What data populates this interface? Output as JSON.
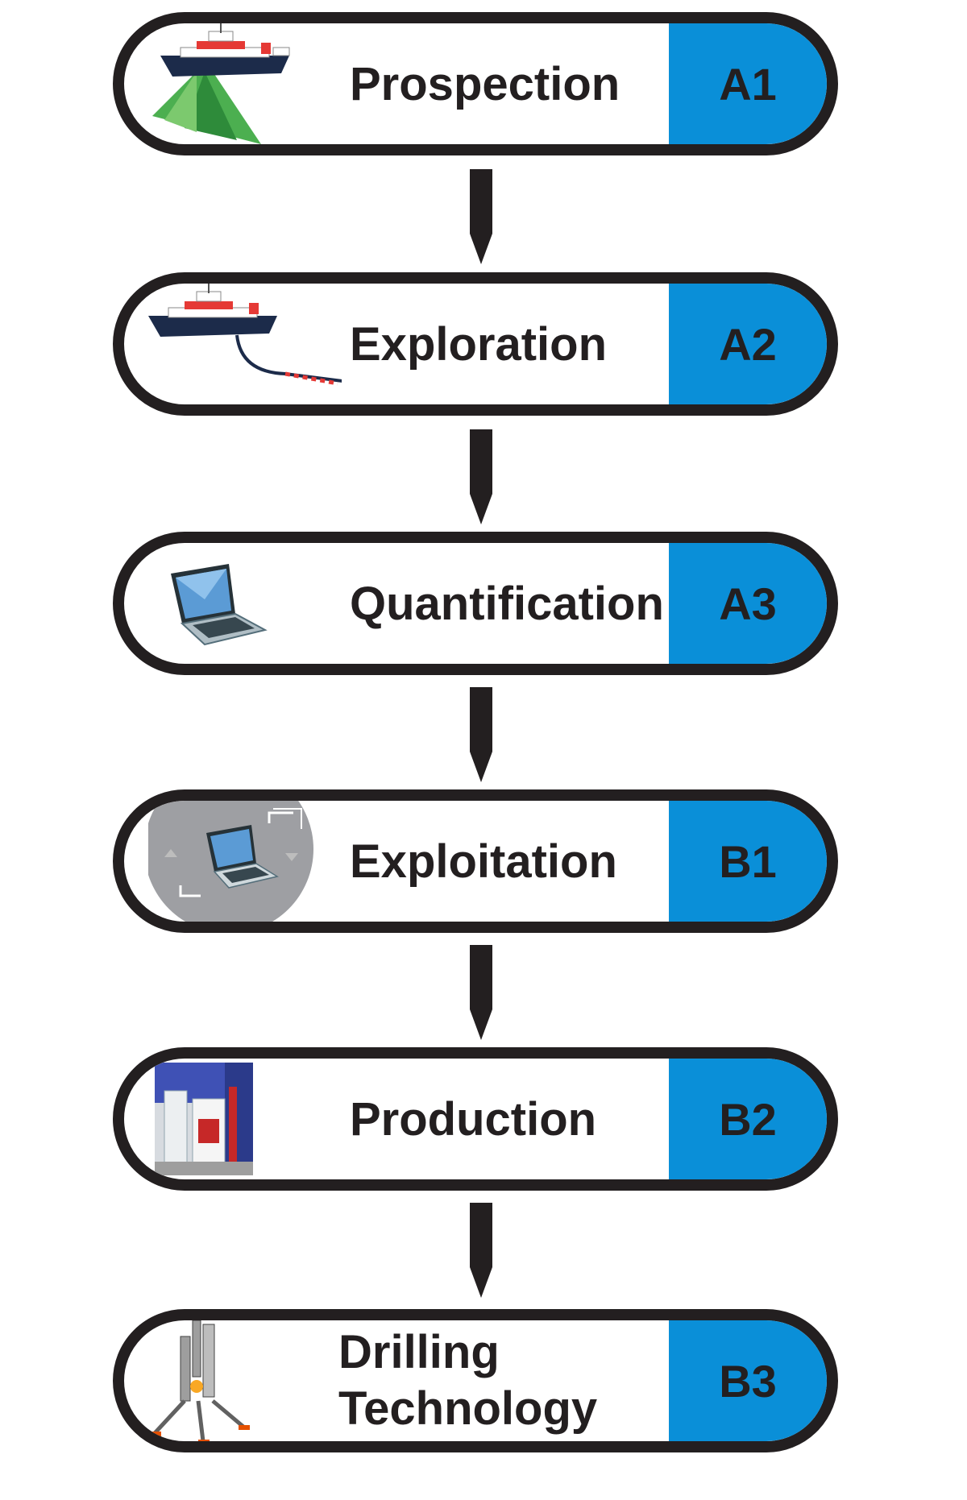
{
  "stages": [
    {
      "code": "A1",
      "label": "Prospection",
      "icon": "survey-ship-sonar-icon"
    },
    {
      "code": "A2",
      "label": "Exploration",
      "icon": "survey-ship-cable-icon"
    },
    {
      "code": "A3",
      "label": "Quantification",
      "icon": "laptop-icon"
    },
    {
      "code": "B1",
      "label": "Exploitation",
      "icon": "laptop-video-icon"
    },
    {
      "code": "B2",
      "label": "Production",
      "icon": "laboratory-equipment-photo"
    },
    {
      "code": "B3",
      "label_line1": "Drilling",
      "label_line2": "Technology",
      "icon": "drilling-rig-icon"
    }
  ],
  "colors": {
    "accent": "#0a8fd8",
    "outline": "#231f20",
    "text": "#231f20"
  }
}
